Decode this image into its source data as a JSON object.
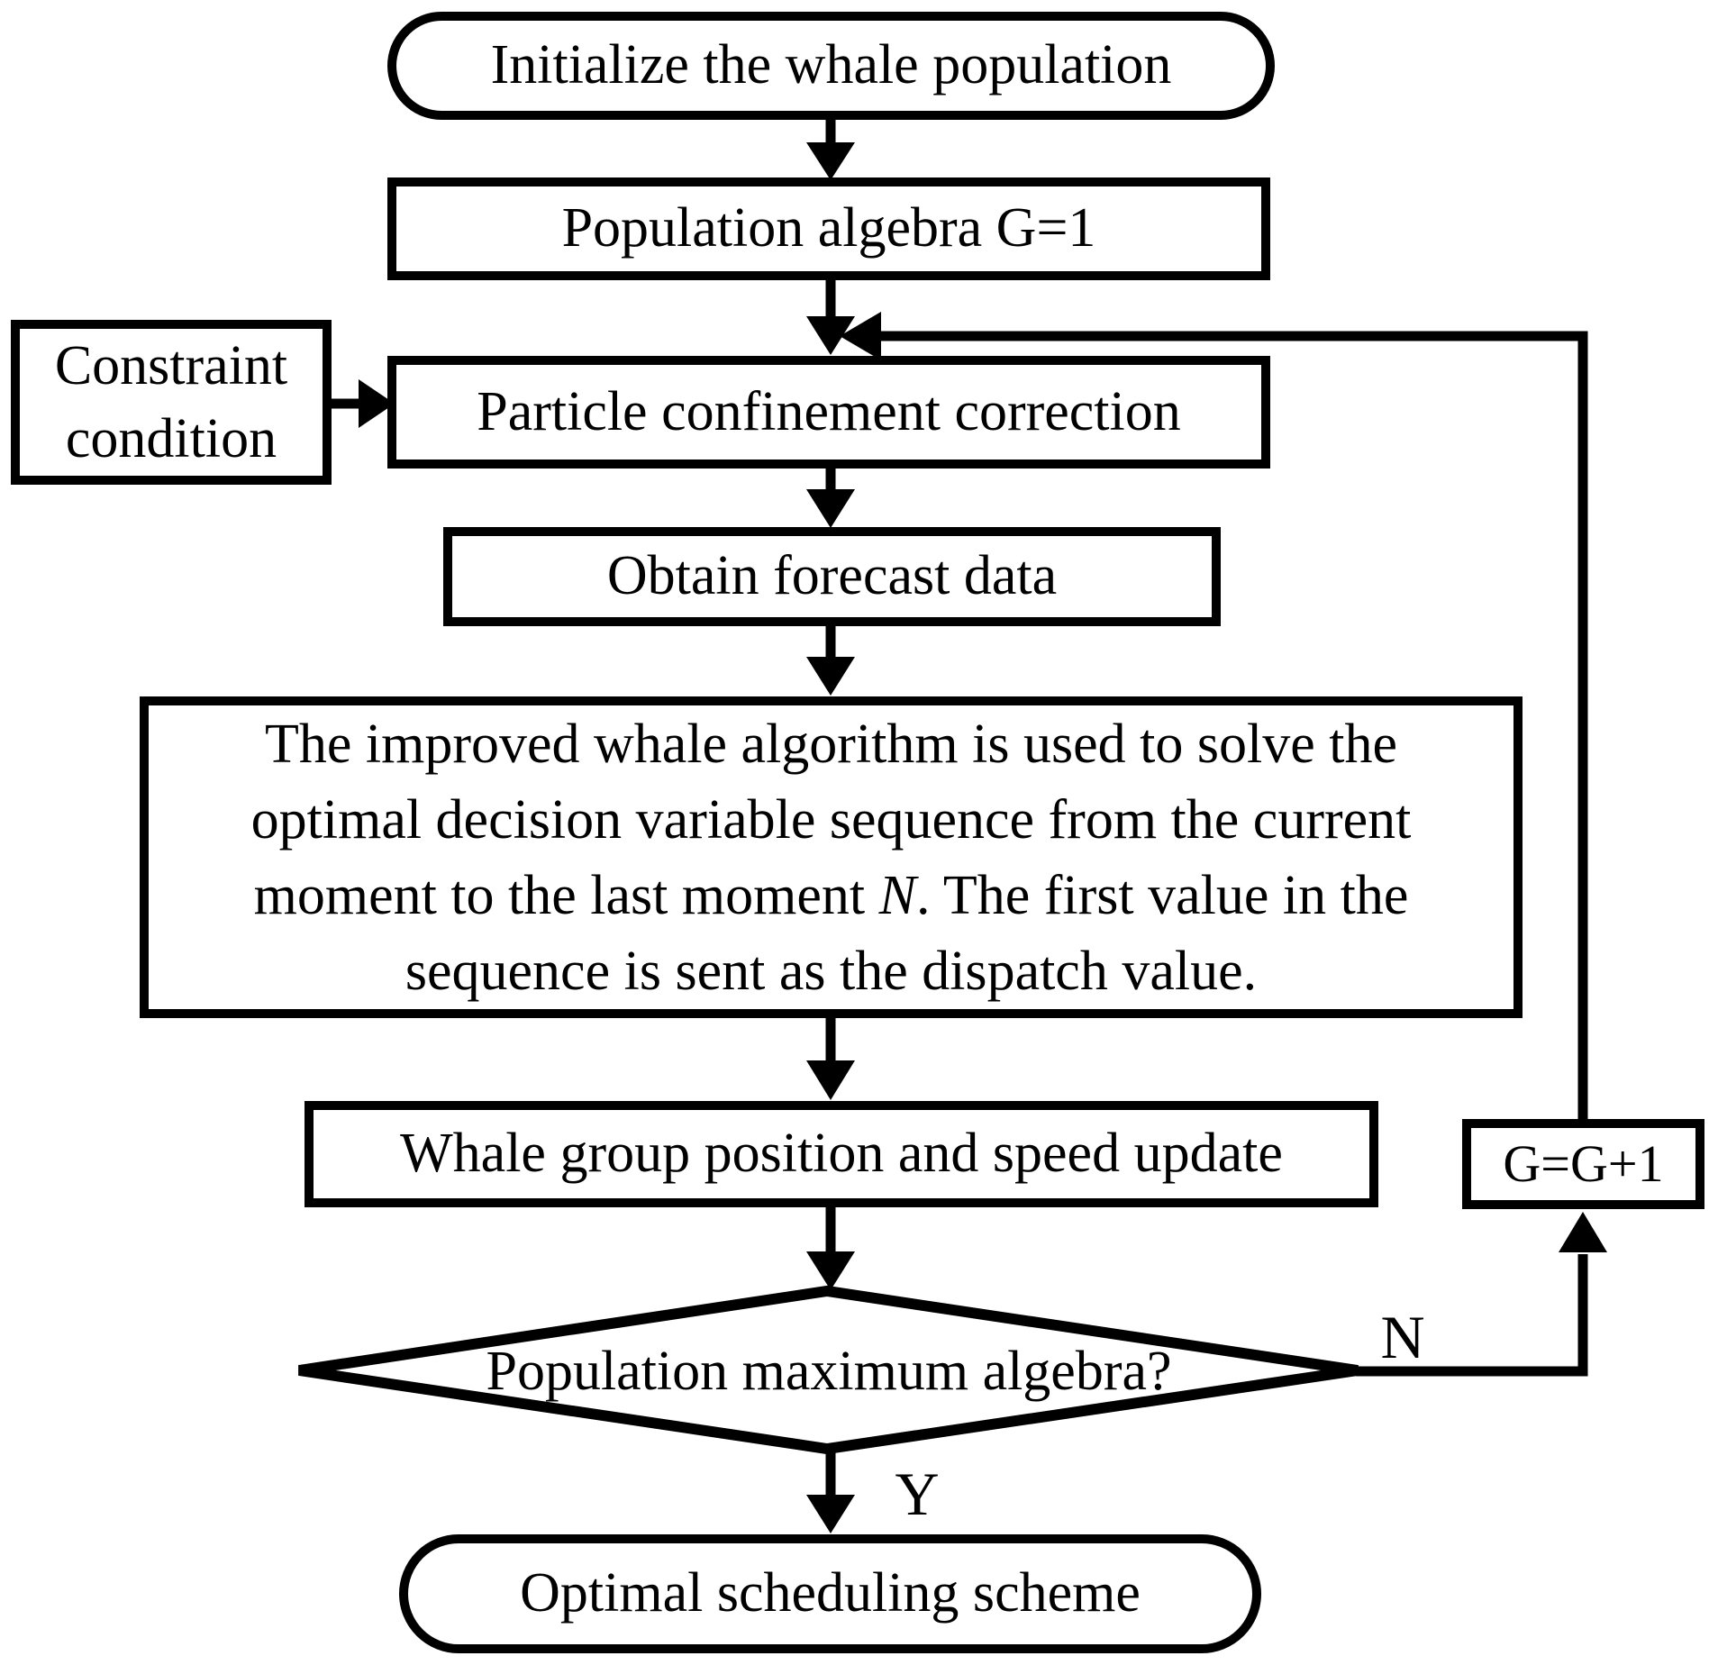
{
  "nodes": {
    "start": {
      "label": "Initialize the whale population"
    },
    "algebra": {
      "label": "Population algebra G=1"
    },
    "constraint": {
      "line1": "Constraint",
      "line2": "condition"
    },
    "correction": {
      "label": "Particle confinement correction"
    },
    "forecast": {
      "label": "Obtain forecast data"
    },
    "solve": {
      "line1": "The improved whale algorithm is used to solve the",
      "line2": "optimal decision variable sequence from the current",
      "line3_before": "moment to the last moment ",
      "line3_var": "N",
      "line3_after": ". The first value in the",
      "line4": "sequence is sent as the dispatch value."
    },
    "update": {
      "label": "Whale group position and speed update"
    },
    "decision": {
      "label": "Population maximum algebra?"
    },
    "increment": {
      "label": "G=G+1"
    },
    "end": {
      "label": "Optimal scheduling scheme"
    }
  },
  "edge_labels": {
    "no": "N",
    "yes": "Y"
  },
  "colors": {
    "line": "#000000",
    "background": "#ffffff"
  }
}
